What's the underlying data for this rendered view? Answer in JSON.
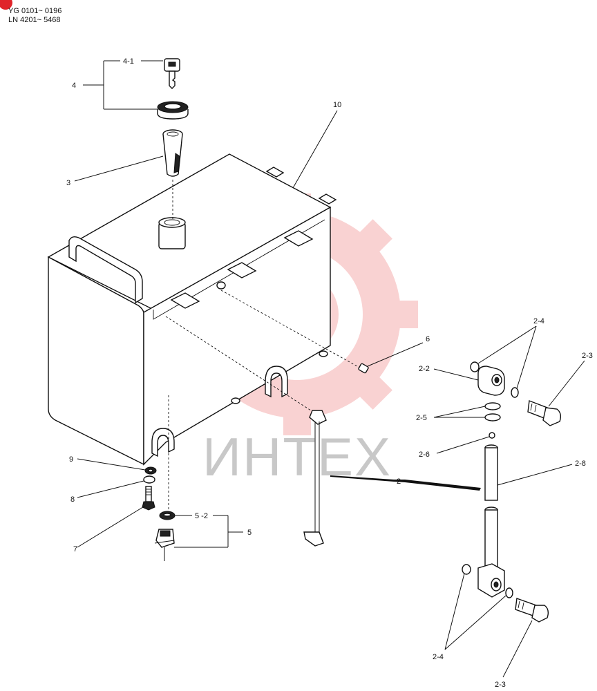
{
  "header": {
    "serial_line_1": "YG 0101~ 0196",
    "serial_line_2": "LN 4201~ 5468"
  },
  "watermark": {
    "text": "ИНТЕХ",
    "color": "#f2a6a6"
  },
  "callouts": {
    "c1": "4-1",
    "c2": "4",
    "c3": "3",
    "c4": "10",
    "c5": "6",
    "c6": "2-4",
    "c7": "2-3",
    "c8": "2-2",
    "c9": "2-5",
    "c10": "2-6",
    "c11": "2-8",
    "c12": "2",
    "c13": "9",
    "c14": "8",
    "c15": "7",
    "c16": "5 -2",
    "c17": "5",
    "c18": "2-4",
    "c19": "2-3"
  },
  "icons": {
    "corner_mark": "red-dot",
    "watermark_logo": "gear-logo"
  }
}
